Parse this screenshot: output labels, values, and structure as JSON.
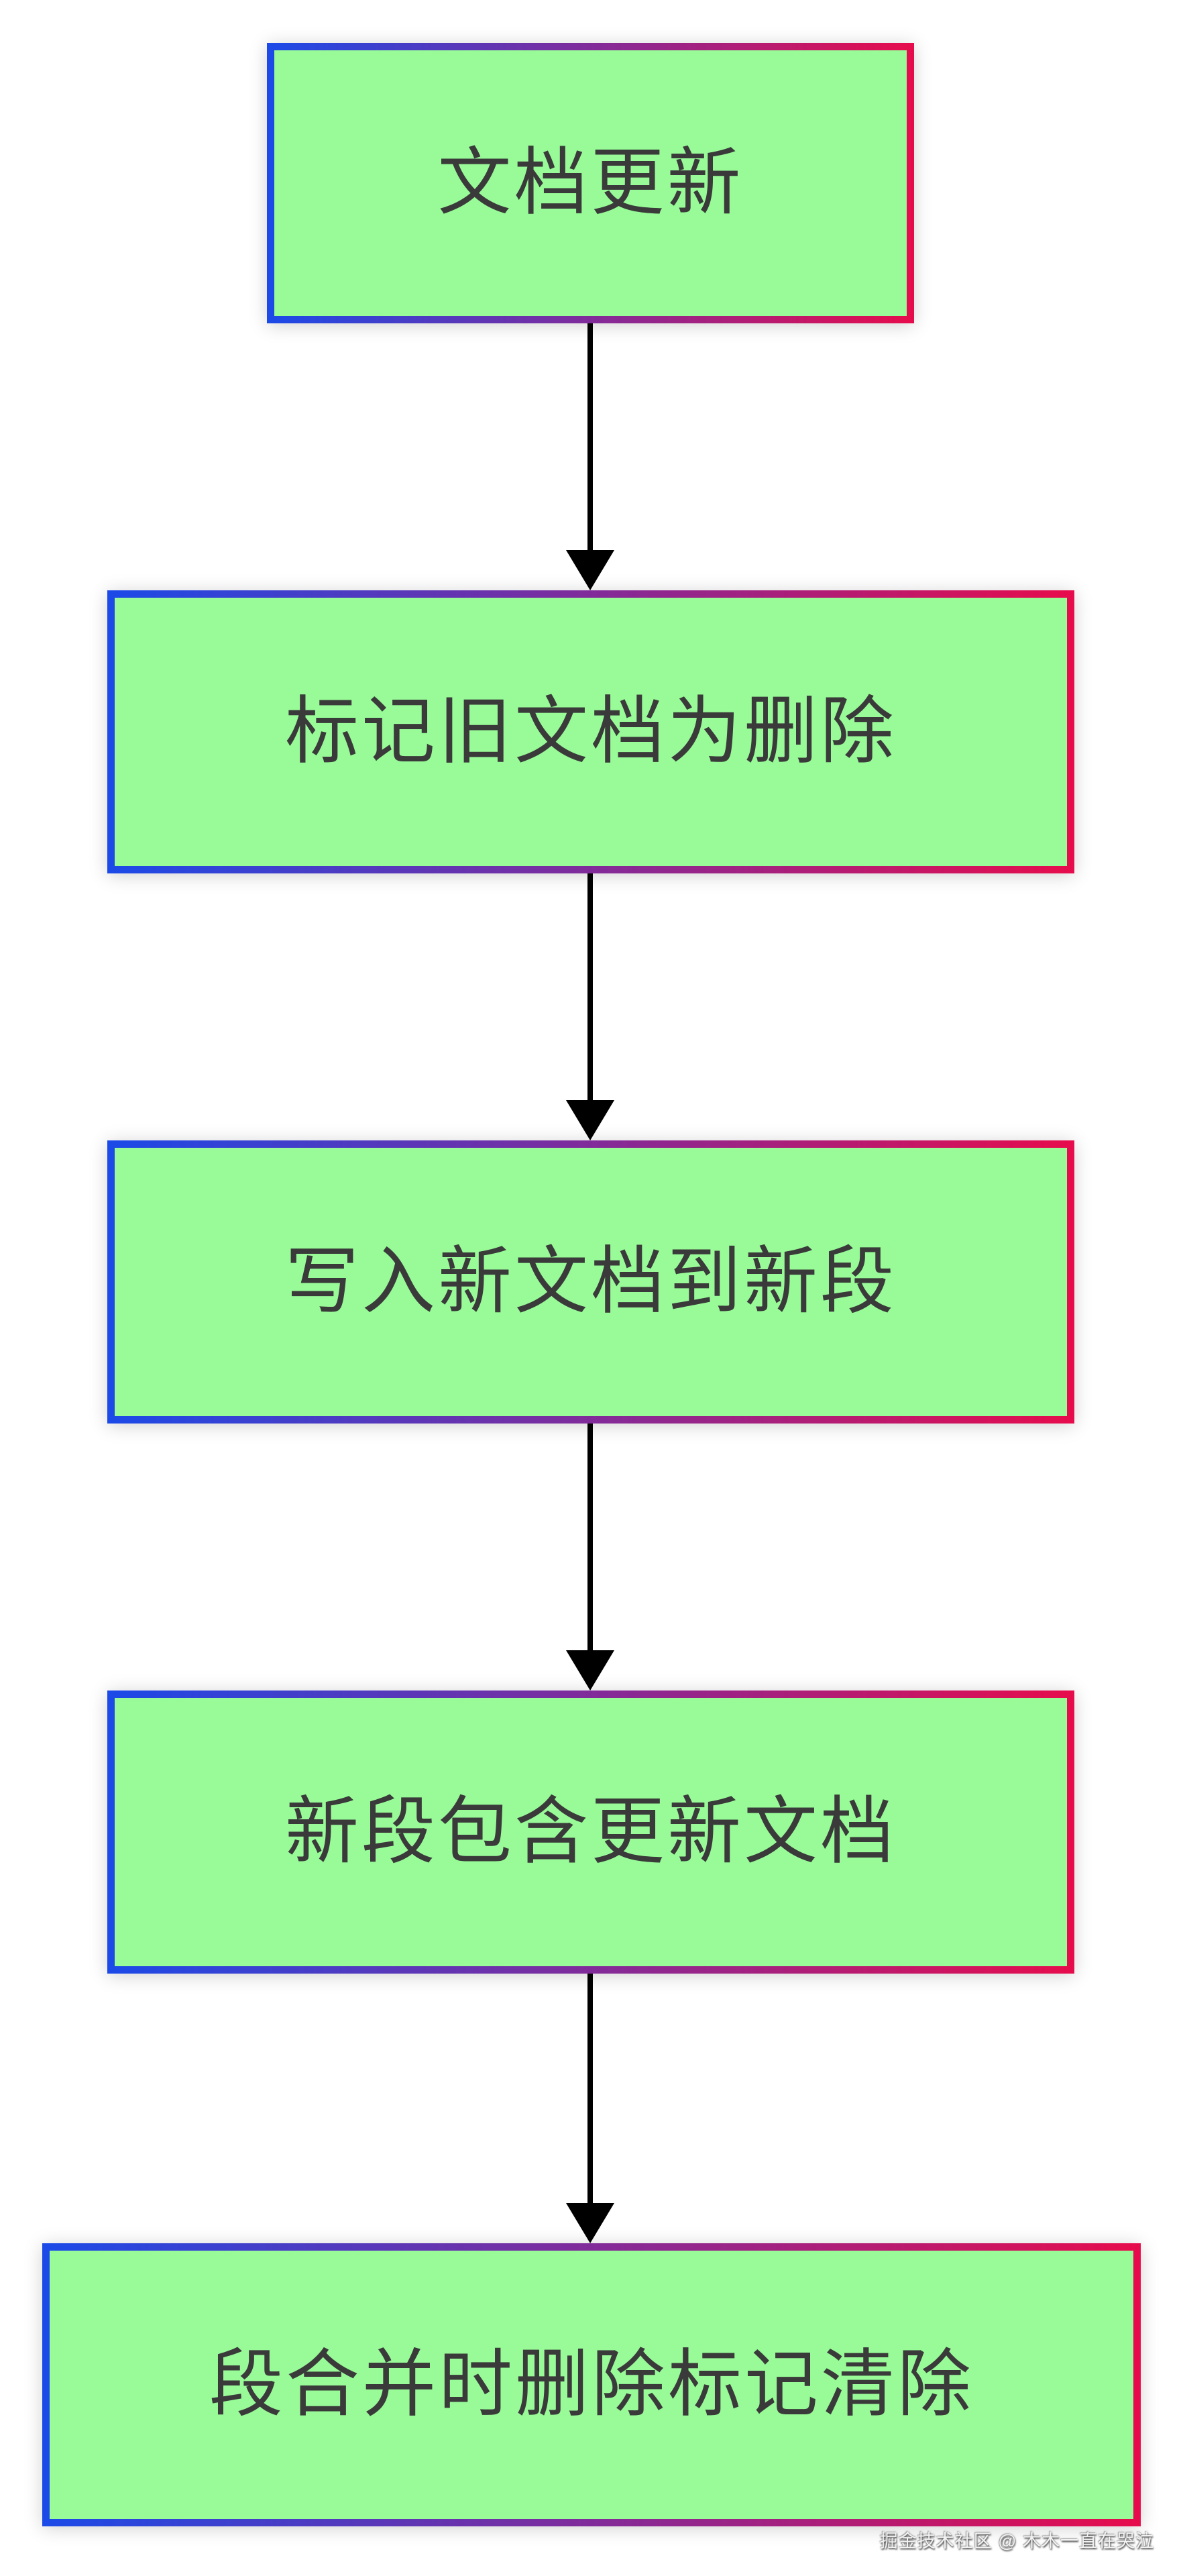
{
  "diagram": {
    "type": "flowchart",
    "direction": "top-down",
    "nodes": [
      {
        "id": "doc-update",
        "label": "文档更新"
      },
      {
        "id": "mark-old-deleted",
        "label": "标记旧文档为删除"
      },
      {
        "id": "write-new-segment",
        "label": "写入新文档到新段"
      },
      {
        "id": "segment-contains",
        "label": "新段包含更新文档"
      },
      {
        "id": "merge-clear-marks",
        "label": "段合并时删除标记清除"
      }
    ],
    "edges": [
      {
        "from": "doc-update",
        "to": "mark-old-deleted",
        "style": "arrow-down"
      },
      {
        "from": "mark-old-deleted",
        "to": "write-new-segment",
        "style": "arrow-down"
      },
      {
        "from": "write-new-segment",
        "to": "segment-contains",
        "style": "arrow-down"
      },
      {
        "from": "segment-contains",
        "to": "merge-clear-marks",
        "style": "arrow-down"
      }
    ],
    "watermark": "掘金技术社区 @ 木木一直在哭泣",
    "colors": {
      "node_fill": "#98fb98",
      "border_gradient_start": "#1b4ae8",
      "border_gradient_end": "#e70c4c",
      "arrow": "#000000",
      "text": "#3a3a3a",
      "background": "#ffffff"
    }
  }
}
